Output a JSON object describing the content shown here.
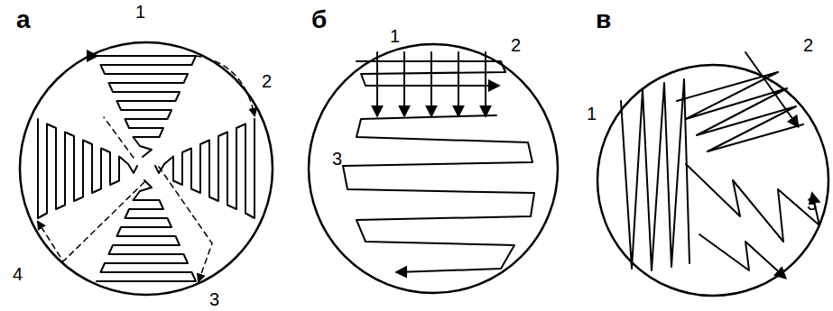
{
  "diagram": {
    "labels": [
      "а",
      "1",
      "2",
      "3",
      "4",
      "б",
      "1",
      "2",
      "3",
      "в",
      "1",
      "2",
      "3"
    ]
  }
}
